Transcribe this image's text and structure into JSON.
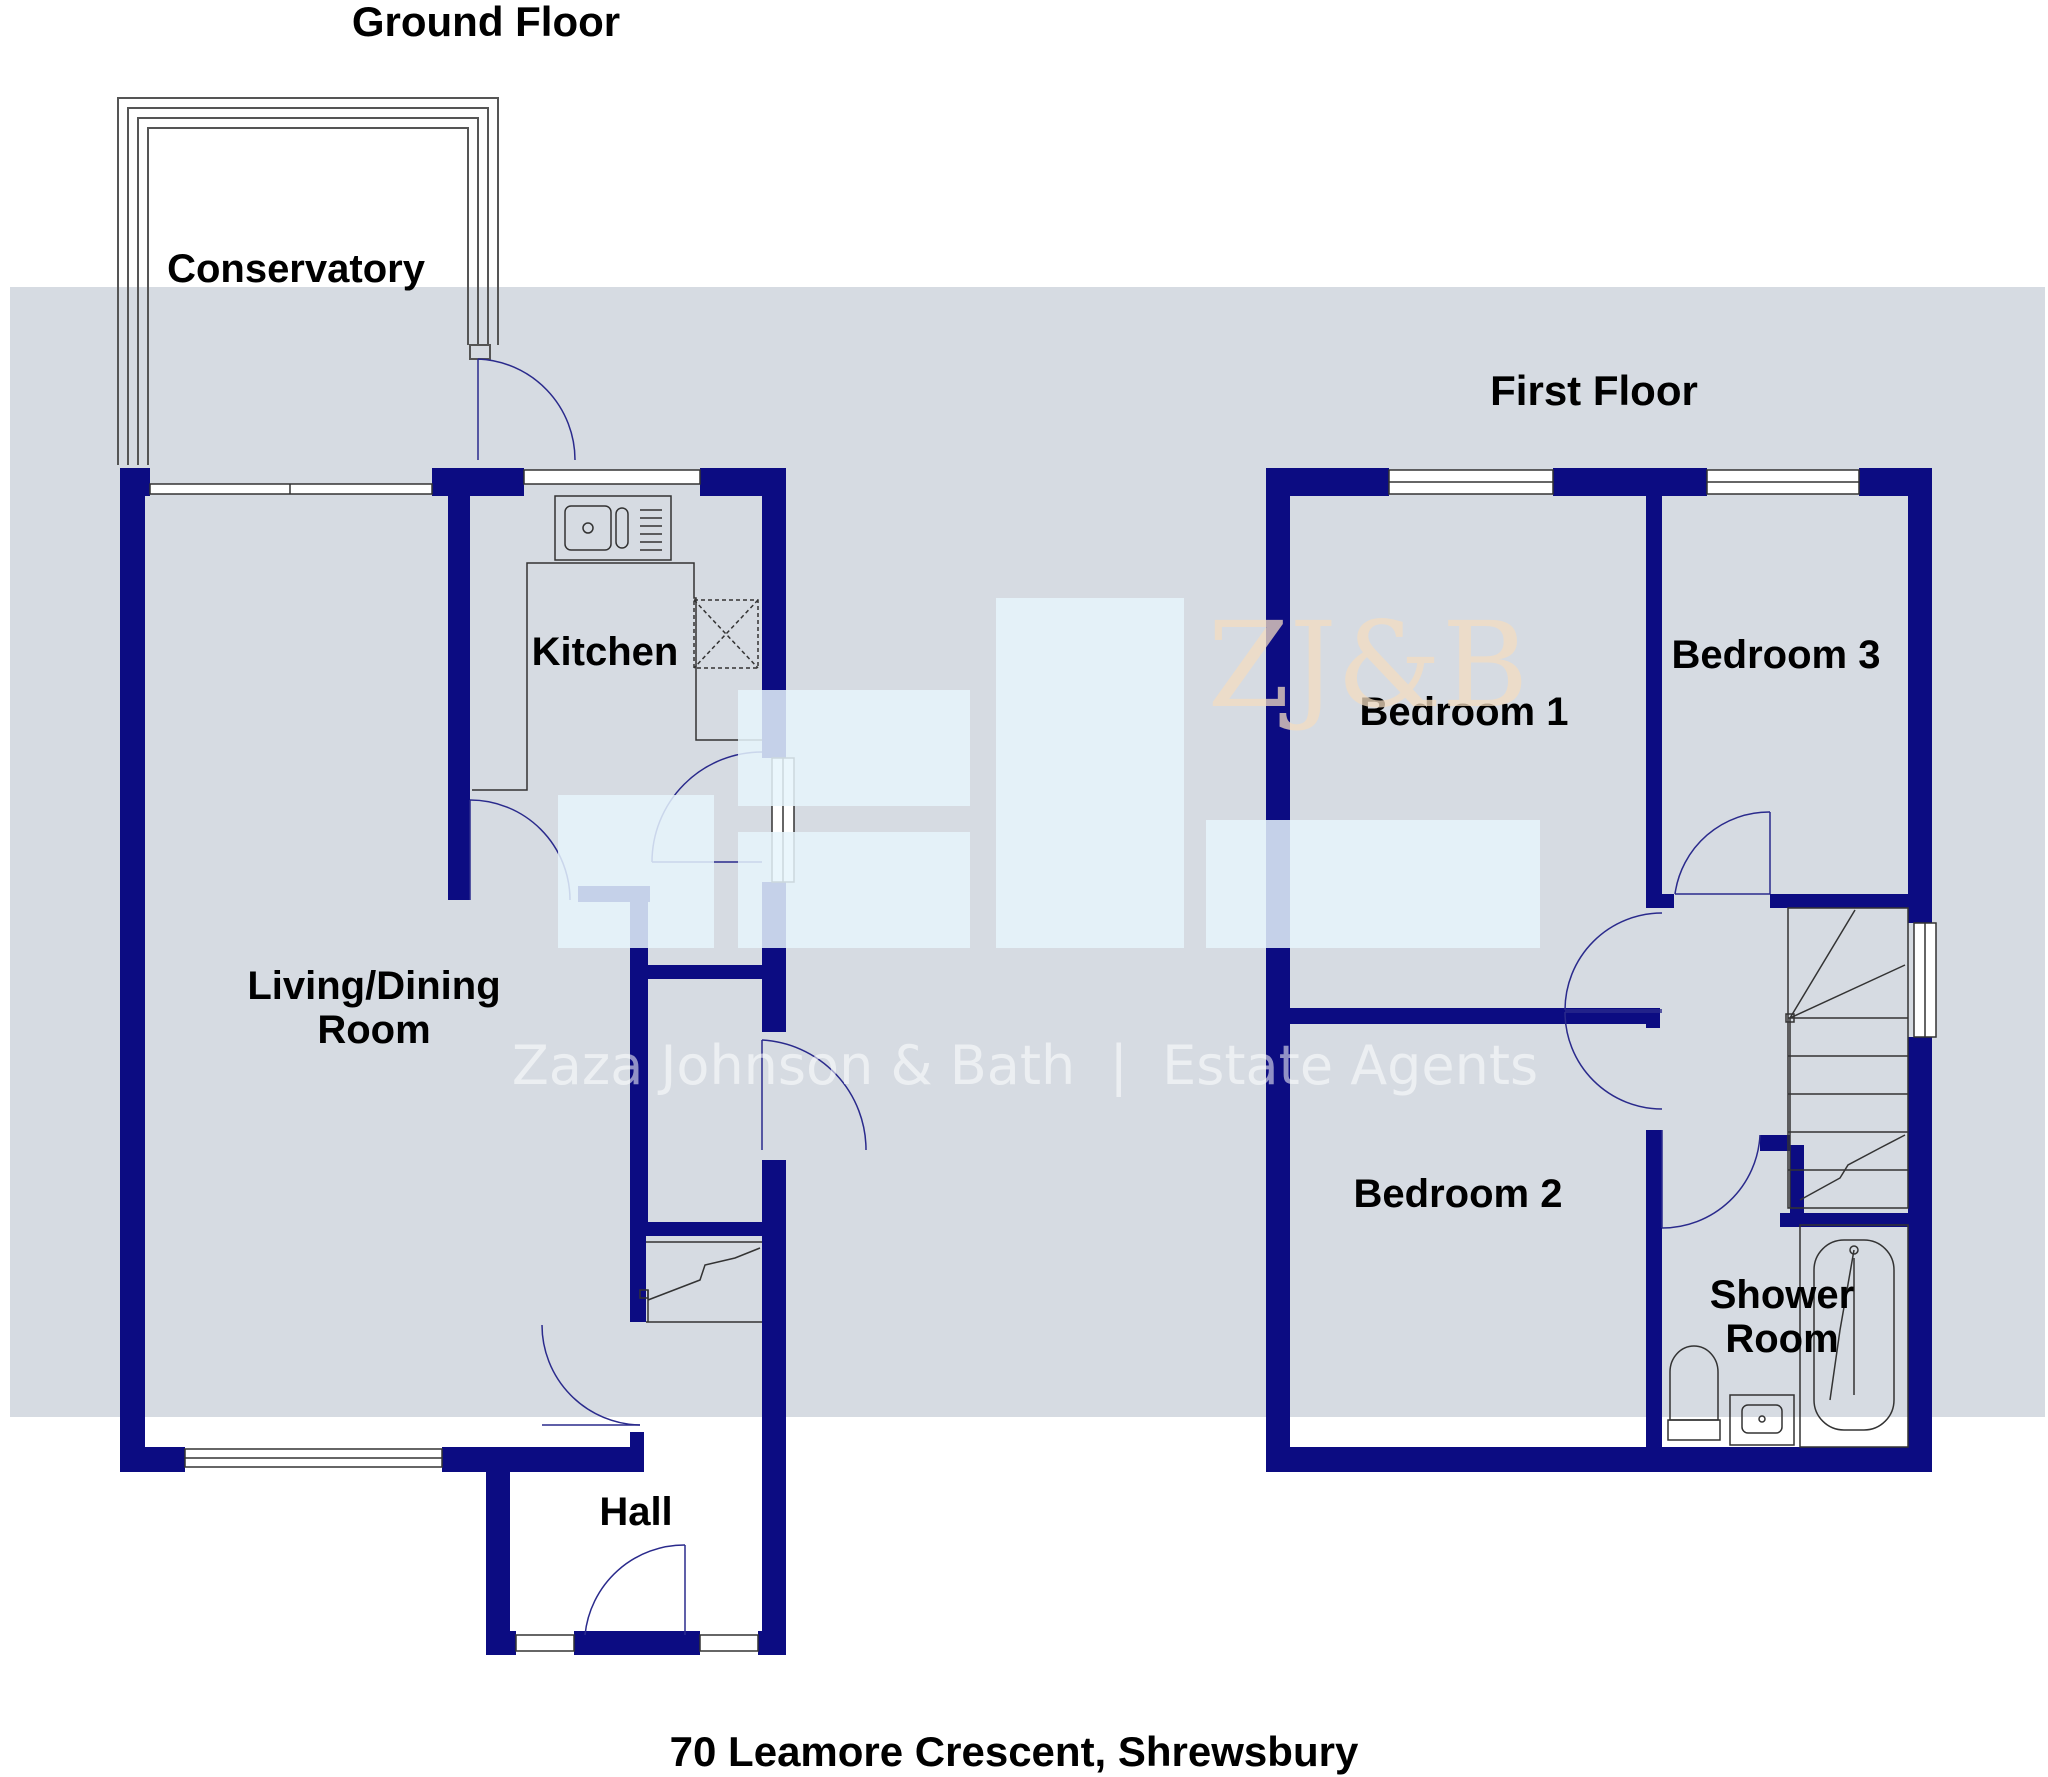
{
  "floors": {
    "ground": {
      "title": "Ground Floor",
      "rooms": {
        "conservatory": "Conservatory",
        "kitchen": "Kitchen",
        "living_line1": "Living/Dining",
        "living_line2": "Room",
        "hall": "Hall"
      }
    },
    "first": {
      "title": "First Floor",
      "rooms": {
        "bedroom1": "Bedroom 1",
        "bedroom2": "Bedroom 2",
        "bedroom3": "Bedroom 3",
        "shower_line1": "Shower",
        "shower_line2": "Room"
      }
    }
  },
  "watermark": {
    "logo": "ZJ&B",
    "tagline": "Zaza Johnson & Bath  |  Estate Agents"
  },
  "address": "70 Leamore Crescent, Shrewsbury",
  "colors": {
    "wall": "#0c0c82",
    "thin_line": "#2a2a8c",
    "band": "#c8cfd8",
    "logo_block": "#e6f5fc"
  }
}
